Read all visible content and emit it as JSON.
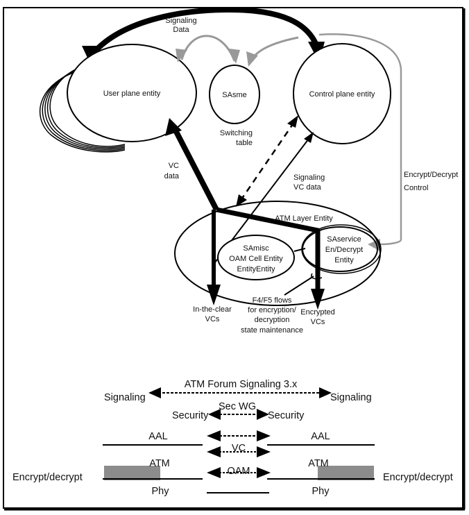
{
  "colors": {
    "ink": "#000000",
    "gray_arrow": "#999999",
    "encrypt_block": "#8c8c8c",
    "background": "#ffffff"
  },
  "entities": {
    "user_plane": "User plane entity",
    "sasme": "SAsme",
    "control_plane": "Control plane entity",
    "atm_layer": "ATM Layer Entity",
    "samisc": [
      "SAmisc",
      "OAM Cell Entity",
      "EntityEntity"
    ],
    "saservice": [
      "SAservice",
      "En/Decrypt",
      "Entity"
    ]
  },
  "flow_labels": {
    "signaling_data": [
      "Signaling",
      "Data"
    ],
    "switching_table": [
      "Switching",
      "table"
    ],
    "vc_data": [
      "VC",
      "data"
    ],
    "signaling_vc_data": [
      "Signaling",
      "VC data"
    ],
    "encrypt_decrypt_control": [
      "Encrypt/Decrypt",
      "Control"
    ],
    "in_the_clear": [
      "In-the-clear",
      "VCs"
    ],
    "f4f5": [
      "F4/F5 flows",
      "for encryption/",
      "decryption",
      "state maintenance"
    ],
    "encrypted": [
      "Encrypted",
      "VCs"
    ]
  },
  "stack": {
    "forum_signaling": "ATM Forum Signaling 3.x",
    "signaling_left": "Signaling",
    "signaling_right": "Signaling",
    "sec_wg": "Sec WG",
    "security_left": "Security",
    "security_right": "Security",
    "aal_left": "AAL",
    "aal_right": "AAL",
    "vc": "VC",
    "atm_left": "ATM",
    "atm_right": "ATM",
    "oam": "OAM",
    "phy_left": "Phy",
    "phy_right": "Phy",
    "encrypt_left": "Encrypt/decrypt",
    "encrypt_right": "Encrypt/decrypt"
  }
}
